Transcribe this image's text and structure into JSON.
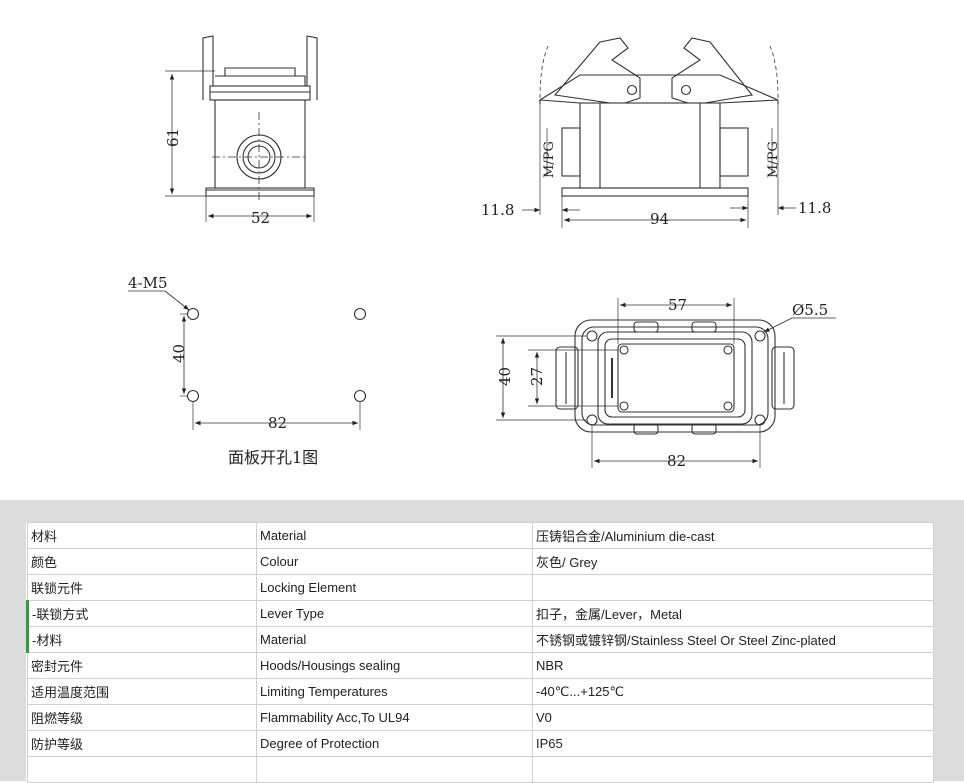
{
  "drawing": {
    "dims": {
      "height_61": "61",
      "width_52": "52",
      "left_offset": "11.8",
      "right_offset": "11.8",
      "length_94": "94",
      "mpg_left": "M/PG",
      "mpg_right": "M/PG",
      "holes_label": "4-M5",
      "hole_v_40": "40",
      "hole_h_82": "82",
      "top_57": "57",
      "dia_55": "Ø5.5",
      "outer_40": "40",
      "inner_27": "27",
      "bottom_82": "82"
    },
    "caption": "面板开孔1图"
  },
  "spec_rows": [
    {
      "zh": "材料",
      "en": "Material",
      "value": "压铸铝合金/Aluminium die-cast"
    },
    {
      "zh": "颜色",
      "en": "Colour",
      "value": "灰色/ Grey"
    },
    {
      "zh": "联锁元件",
      "en": "Locking Element",
      "value": ""
    },
    {
      "zh": " -联锁方式",
      "en": "Lever Type",
      "value": "扣子，金属/Lever，Metal"
    },
    {
      "zh": " -材料",
      "en": "Material",
      "value": "不锈钢或镀锌钢/Stainless Steel Or Steel Zinc-plated"
    },
    {
      "zh": "密封元件",
      "en": "Hoods/Housings sealing",
      "value": "NBR"
    },
    {
      "zh": "适用温度范围",
      "en": "Limiting Temperatures",
      "value": "-40℃...+125℃"
    },
    {
      "zh": "阻燃等级",
      "en": "Flammability Acc,To UL94",
      "value": "V0"
    },
    {
      "zh": "防护等级",
      "en": "Degree of Protection",
      "value": "IP65"
    }
  ]
}
